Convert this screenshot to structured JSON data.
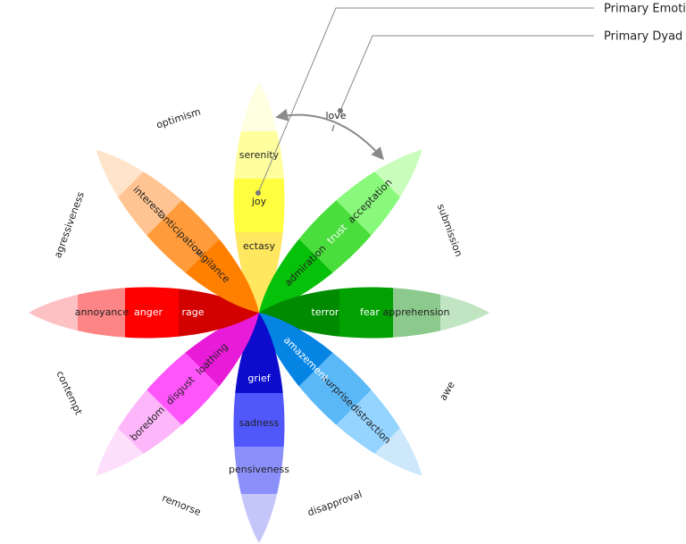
{
  "petals": [
    {
      "name": "joy",
      "colors": [
        "#fefee1",
        "#ffff9e",
        "#ffff40",
        "#ffe760"
      ],
      "emotions": [
        "serenity",
        "joy",
        "ectasy"
      ]
    },
    {
      "name": "trust",
      "colors": [
        "#c8fdbc",
        "#88f97a",
        "#4ade3d",
        "#06c109"
      ],
      "emotions": [
        "acceptation",
        "trust",
        "admiration"
      ]
    },
    {
      "name": "fear",
      "colors": [
        "#c1e4c3",
        "#8cc98c",
        "#00a100",
        "#008a00"
      ],
      "emotions": [
        "apprehension",
        "fear",
        "terror"
      ]
    },
    {
      "name": "surprise",
      "colors": [
        "#cde7fb",
        "#95d4ff",
        "#5ab8f7",
        "#0584e3"
      ],
      "emotions": [
        "distraction",
        "surprise",
        "amazement"
      ]
    },
    {
      "name": "sadness",
      "colors": [
        "#c4c6fa",
        "#8b8ffa",
        "#5057fb",
        "#0d0ccc"
      ],
      "emotions": [
        "pensiveness",
        "sadness",
        "grief"
      ]
    },
    {
      "name": "disgust",
      "colors": [
        "#fddffb",
        "#fdb6f9",
        "#ff55fb",
        "#e81bd8"
      ],
      "emotions": [
        "boredom",
        "disgust",
        "loathing"
      ]
    },
    {
      "name": "anger",
      "colors": [
        "#fec1c3",
        "#fd8586",
        "#ff0000",
        "#d30000"
      ],
      "emotions": [
        "annoyance",
        "anger",
        "rage"
      ]
    },
    {
      "name": "anticipation",
      "colors": [
        "#fee4cb",
        "#ffc491",
        "#ff9b3a",
        "#ff8000"
      ],
      "emotions": [
        "interest",
        "anticipation",
        "vigilance"
      ]
    }
  ],
  "dyads": [
    "love",
    "submission",
    "awe",
    "disapproval",
    "remorse",
    "contempt",
    "agressiveness",
    "optimism"
  ],
  "legend": {
    "primary_emotion": "Primary Emotion",
    "primary_dyad": "Primary Dyad"
  }
}
